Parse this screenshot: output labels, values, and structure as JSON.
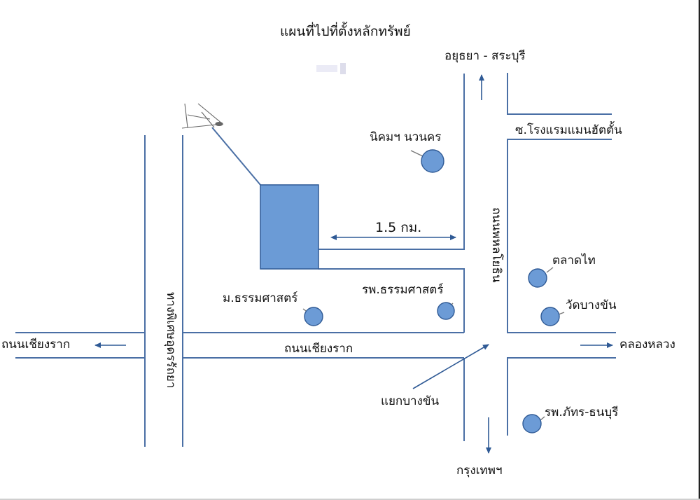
{
  "title": "แผนที่ไปที่ตั้งหลักทรัพย์",
  "colors": {
    "road": "#4a6fa5",
    "marker_fill": "#6c9bd6",
    "marker_stroke": "#2f5a95",
    "property_fill": "#6b9bd6"
  },
  "roads": {
    "chiang_rak": "ถนนเชียงราก",
    "chiang_rak_left": "ถนนเชียงราก",
    "phahonyothin": "ถนนพหลโยธิน",
    "phet_phetsuk_ayutthaya": "ทางพิเศษอุดรรัถยา",
    "khlong_luang": "คลองหลวง",
    "ayutthaya_saraburi": "อยุธยา - สระบุรี",
    "bangkok": "กรุงเทพฯ",
    "soi_manhattan": "ซ.โรงแรมแมนฮัตตั้น"
  },
  "places": {
    "navanakorn": "นิคมฯ นวนคร",
    "thammasat_univ": "ม.ธรรมศาสตร์",
    "thammasat_hosp": "รพ.ธรรมศาสตร์",
    "talad_thai": "ตลาดไท",
    "wat_bang_khan": "วัดบางขัน",
    "bangkhan_junction": "แยกบางขัน",
    "phatara_thonburi": "รพ.ภัทร-ธนบุรี"
  },
  "distance": "1.5 กม."
}
